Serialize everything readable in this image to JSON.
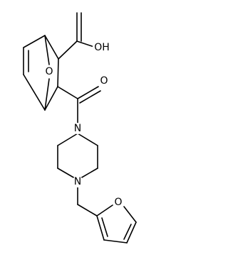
{
  "structure": {
    "atom_labels": {
      "bridge_oxygen": "O",
      "acid_oxygen": "OH",
      "carbonyl_oxygen": "O",
      "piperazine_n_top": "N",
      "piperazine_n_bottom": "N",
      "furan_oxygen": "O"
    },
    "colors": {
      "bond": "#000000",
      "text": "#000000",
      "background": "#ffffff"
    }
  }
}
